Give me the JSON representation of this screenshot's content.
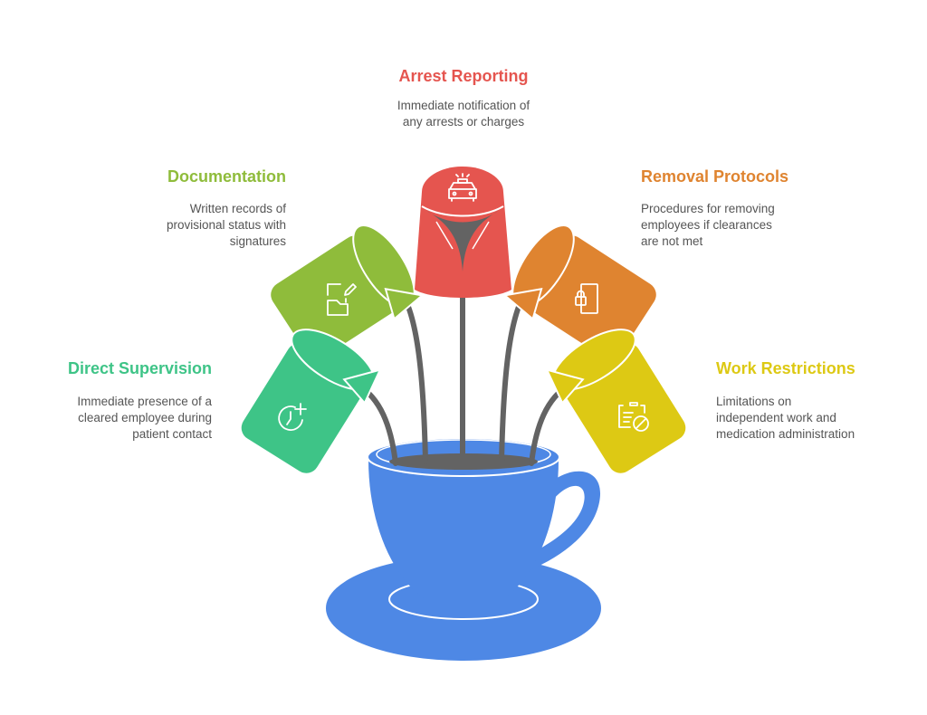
{
  "items": [
    {
      "title": "Arrest Reporting",
      "lines": [
        "Immediate notification of",
        "any arrests or charges"
      ],
      "color": "#E5554F",
      "icon": "police-car-icon"
    },
    {
      "title": "Documentation",
      "lines": [
        "Written records of",
        "provisional status with",
        "signatures"
      ],
      "color": "#8FBC3B",
      "icon": "document-edit-icon"
    },
    {
      "title": "Removal Protocols",
      "lines": [
        "Procedures for removing",
        "employees if clearances",
        "are not met"
      ],
      "color": "#DF8430",
      "icon": "locked-door-icon"
    },
    {
      "title": "Direct Supervision",
      "lines": [
        "Immediate presence of a",
        "cleared employee during",
        "patient contact"
      ],
      "color": "#3EC487",
      "icon": "clock-plus-icon"
    },
    {
      "title": "Work Restrictions",
      "lines": [
        "Limitations on",
        "independent work and",
        "medication administration"
      ],
      "color": "#DDC914",
      "icon": "clipboard-blocked-icon"
    }
  ],
  "colors": {
    "cup": "#4E88E5",
    "liquid": "#636363"
  }
}
